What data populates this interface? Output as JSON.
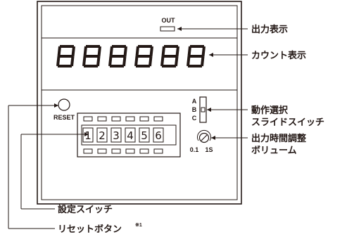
{
  "device": {
    "out_label": "OUT",
    "reset_label": "RESET",
    "selector_options": [
      "A",
      "B",
      "C"
    ],
    "volume_scale_min": "0.1",
    "volume_scale_max": "1S",
    "switch_digits": [
      "1",
      "2",
      "3",
      "4",
      "5",
      "6"
    ],
    "display_digit_count": 6
  },
  "callouts": {
    "output_indicator": "出力表示",
    "count_display": "カウント表示",
    "operation_select_line1": "動作選択",
    "operation_select_line2": "スライドスイッチ",
    "output_time_line1": "出力時間調整",
    "output_time_line2": "ボリューム",
    "setting_switch": "設定スイッチ",
    "reset_button": "リセットボタン",
    "reset_button_note": "※1"
  }
}
